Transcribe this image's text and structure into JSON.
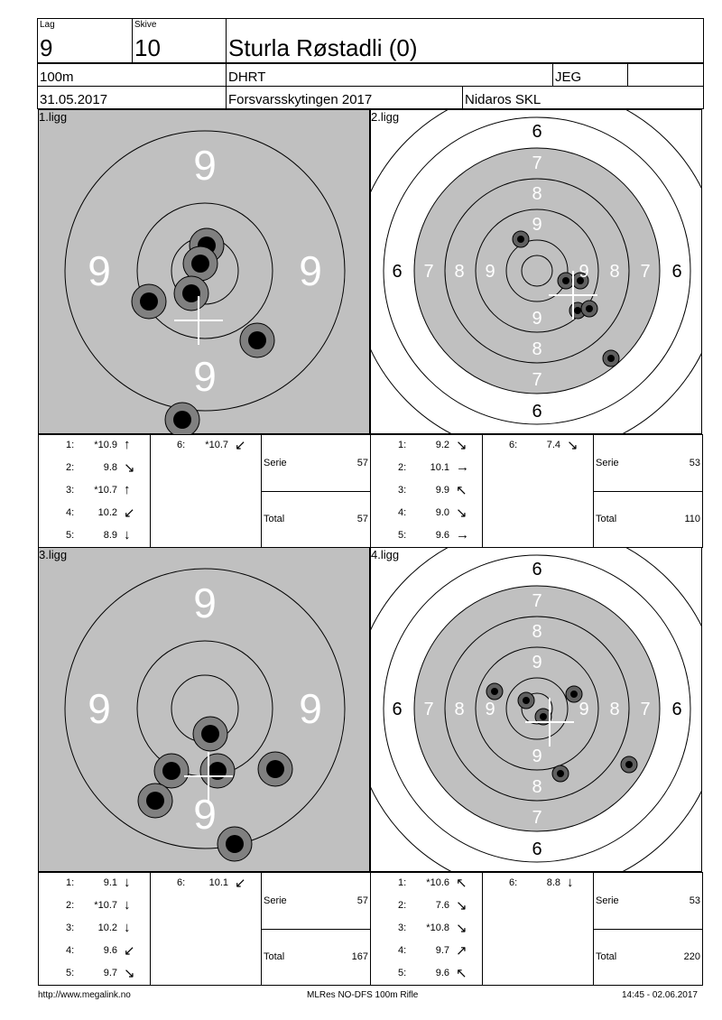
{
  "header": {
    "lag_label": "Lag",
    "lag": "9",
    "skive_label": "Skive",
    "skive": "10",
    "name": "Sturla Røstadli (0)",
    "distance": "100m",
    "club_code": "DHRT",
    "class": "JEG",
    "class2": "",
    "date": "31.05.2017",
    "event": "Forsvarsskytingen 2017",
    "club": "Nidaros SKL"
  },
  "targets": [
    {
      "title": "1.ligg",
      "style": "zoom",
      "shots": [
        {
          "n": "1:",
          "v": "*10.9",
          "a": "↑"
        },
        {
          "n": "2:",
          "v": "9.8",
          "a": "↘"
        },
        {
          "n": "3:",
          "v": "*10.7",
          "a": "↑"
        },
        {
          "n": "4:",
          "v": "10.2",
          "a": "↙"
        },
        {
          "n": "5:",
          "v": "8.9",
          "a": "↓"
        },
        {
          "n": "6:",
          "v": "*10.7",
          "a": "↙"
        }
      ],
      "serie_label": "Serie",
      "serie": "57",
      "total_label": "Total",
      "total": "57"
    },
    {
      "title": "2.ligg",
      "style": "full",
      "shots": [
        {
          "n": "1:",
          "v": "9.2",
          "a": "↘"
        },
        {
          "n": "2:",
          "v": "10.1",
          "a": "→"
        },
        {
          "n": "3:",
          "v": "9.9",
          "a": "↖"
        },
        {
          "n": "4:",
          "v": "9.0",
          "a": "↘"
        },
        {
          "n": "5:",
          "v": "9.6",
          "a": "→"
        },
        {
          "n": "6:",
          "v": "7.4",
          "a": "↘"
        }
      ],
      "serie_label": "Serie",
      "serie": "53",
      "total_label": "Total",
      "total": "110"
    },
    {
      "title": "3.ligg",
      "style": "zoom",
      "shots": [
        {
          "n": "1:",
          "v": "9.1",
          "a": "↓"
        },
        {
          "n": "2:",
          "v": "*10.7",
          "a": "↓"
        },
        {
          "n": "3:",
          "v": "10.2",
          "a": "↓"
        },
        {
          "n": "4:",
          "v": "9.6",
          "a": "↙"
        },
        {
          "n": "5:",
          "v": "9.7",
          "a": "↘"
        },
        {
          "n": "6:",
          "v": "10.1",
          "a": "↙"
        }
      ],
      "serie_label": "Serie",
      "serie": "57",
      "total_label": "Total",
      "total": "167"
    },
    {
      "title": "4.ligg",
      "style": "full",
      "shots": [
        {
          "n": "1:",
          "v": "*10.6",
          "a": "↖"
        },
        {
          "n": "2:",
          "v": "7.6",
          "a": "↘"
        },
        {
          "n": "3:",
          "v": "*10.8",
          "a": "↘"
        },
        {
          "n": "4:",
          "v": "9.7",
          "a": "↗"
        },
        {
          "n": "5:",
          "v": "9.6",
          "a": "↖"
        },
        {
          "n": "6:",
          "v": "8.8",
          "a": "↓"
        }
      ],
      "serie_label": "Serie",
      "serie": "53",
      "total_label": "Total",
      "total": "220"
    }
  ],
  "ring_labels": {
    "zoom": "9",
    "full": [
      "6",
      "7",
      "8",
      "9"
    ]
  },
  "footer": {
    "url": "http://www.megalink.no",
    "program": "MLRes NO-DFS 100m Rifle",
    "timestamp": "14:45 - 02.06.2017"
  },
  "colors": {
    "gray": "#c0c0c0",
    "halo": "#808080"
  }
}
